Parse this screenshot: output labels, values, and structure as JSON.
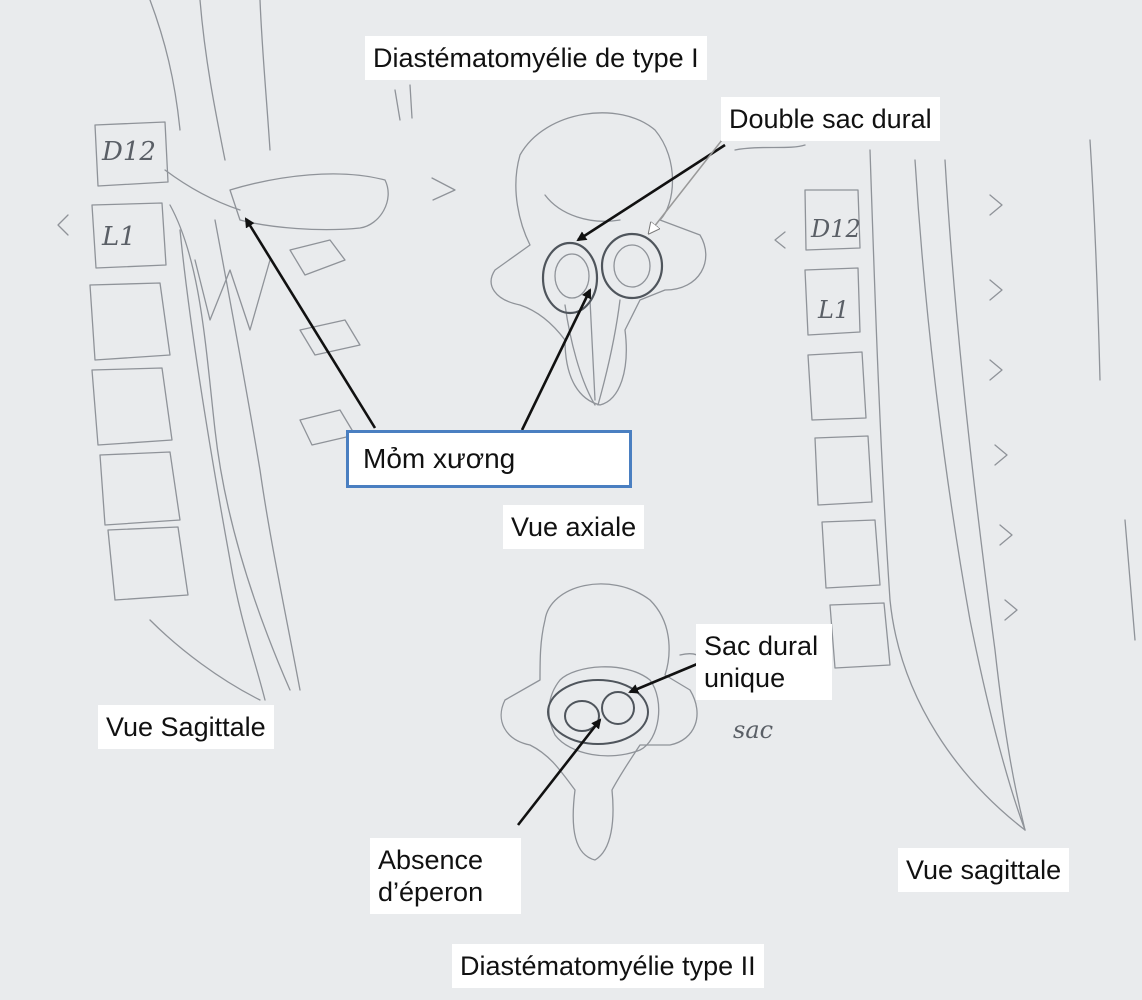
{
  "labels": {
    "title_type1": "Diastématomyélie de type I",
    "double_sac": "Double sac dural",
    "spur": "Mỏm xương",
    "axial_view": "Vue axiale",
    "sagittal_left": "Vue Sagittale",
    "single_sac": "Sac dural unique",
    "absence_spur": "Absence d’éperon",
    "sagittal_right": "Vue sagittale",
    "title_type2": "Diastématomyélie type II"
  },
  "sketch_text": {
    "left_d12": "D12",
    "left_l1": "L1",
    "right_d12": "D12",
    "right_l1": "L1",
    "sac": "sac"
  },
  "colors": {
    "background": "#e9ebed",
    "label_bg": "#ffffff",
    "box_border": "#4a7fc1",
    "arrow": "#111111",
    "sketch": "#8f9399"
  }
}
